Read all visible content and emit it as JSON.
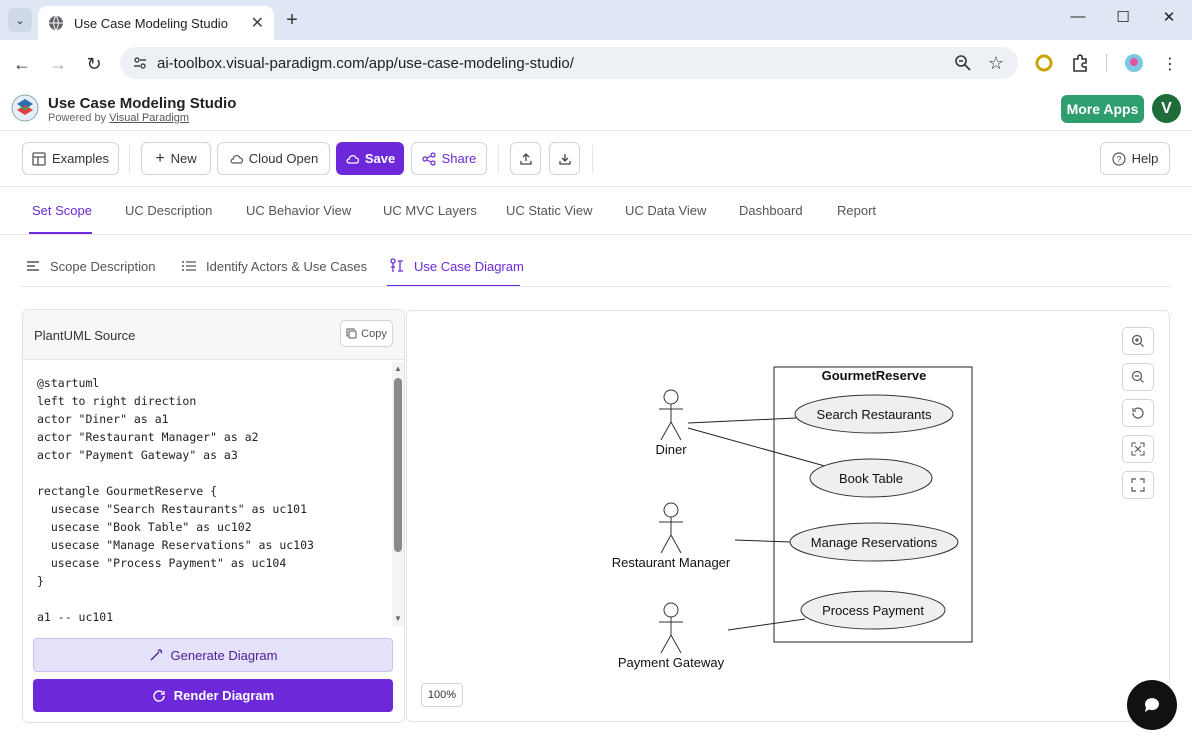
{
  "browser": {
    "tab_title": "Use Case Modeling Studio",
    "url": "ai-toolbox.visual-paradigm.com/app/use-case-modeling-studio/"
  },
  "app": {
    "title": "Use Case Modeling Studio",
    "powered_by": "Powered by",
    "powered_by_link": "Visual Paradigm",
    "more_apps": "More Apps",
    "avatar_initial": "V"
  },
  "toolbar": {
    "examples": "Examples",
    "new": "New",
    "cloud_open": "Cloud Open",
    "save": "Save",
    "share": "Share",
    "help": "Help"
  },
  "main_tabs": [
    {
      "label": "Set Scope"
    },
    {
      "label": "UC Description"
    },
    {
      "label": "UC Behavior View"
    },
    {
      "label": "UC MVC Layers"
    },
    {
      "label": "UC Static View"
    },
    {
      "label": "UC Data View"
    },
    {
      "label": "Dashboard"
    },
    {
      "label": "Report"
    }
  ],
  "sub_tabs": [
    {
      "label": "Scope Description"
    },
    {
      "label": "Identify Actors & Use Cases"
    },
    {
      "label": "Use Case Diagram"
    }
  ],
  "source_panel": {
    "title": "PlantUML Source",
    "copy": "Copy",
    "code": "@startuml\nleft to right direction\nactor \"Diner\" as a1\nactor \"Restaurant Manager\" as a2\nactor \"Payment Gateway\" as a3\n\nrectangle GourmetReserve {\n  usecase \"Search Restaurants\" as uc101\n  usecase \"Book Table\" as uc102\n  usecase \"Manage Reservations\" as uc103\n  usecase \"Process Payment\" as uc104\n}\n\na1 -- uc101",
    "generate": "Generate Diagram",
    "render": "Render Diagram"
  },
  "diagram": {
    "system": "GourmetReserve",
    "actors": [
      "Diner",
      "Restaurant Manager",
      "Payment Gateway"
    ],
    "use_cases": [
      "Search Restaurants",
      "Book Table",
      "Manage Reservations",
      "Process Payment"
    ],
    "zoom": "100%"
  },
  "colors": {
    "accent": "#6d28d9",
    "more_apps": "#2f9e6e"
  }
}
